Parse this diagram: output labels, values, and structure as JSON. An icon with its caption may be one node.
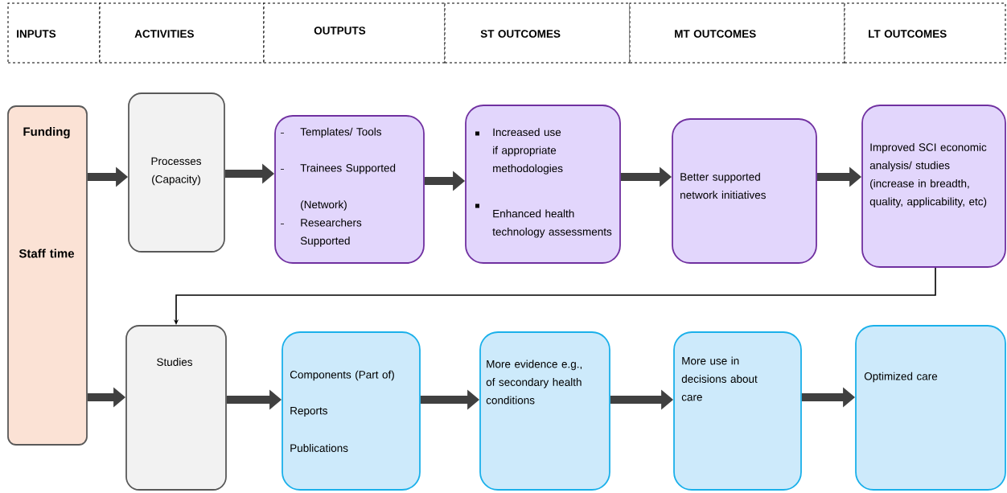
{
  "diagram": {
    "nodes": [
      {
        "text": [
          "INPUTS"
        ]
      },
      {
        "text": [
          "ACTIVITIES"
        ]
      },
      {
        "text": [
          "OUTPUTS"
        ]
      },
      {
        "text": [
          "ST OUTCOMES"
        ]
      },
      {
        "text": [
          "MT OUTCOMES"
        ]
      },
      {
        "text": [
          "LT OUTCOMES"
        ]
      },
      {
        "text": [
          "Funding",
          "Staff time"
        ]
      },
      {
        "text": [
          "Processes (Capacity)"
        ]
      },
      {
        "text": [
          "Templates/ Tools",
          "Trainees Supported",
          "(Network) Researchers Supported"
        ]
      },
      {
        "text": [
          "Increased use if appropriate methodologies",
          "Enhanced health technology assessments"
        ]
      },
      {
        "text": [
          "Better supported network initiatives"
        ]
      },
      {
        "text": [
          "Improved SCI economic analysis/ studies (increase in breadth, quality, applicability, etc)"
        ]
      },
      {
        "text": [
          "Studies"
        ]
      },
      {
        "text": [
          "Components (Part of)",
          "Reports",
          "Publications"
        ]
      },
      {
        "text": [
          "More evidence e.g., of secondary health conditions"
        ]
      },
      {
        "text": [
          "More use in decisions about care"
        ]
      },
      {
        "text": [
          "Optimized care"
        ]
      }
    ],
    "edges": [
      {
        "from": 6,
        "to": 7,
        "arrow": "to"
      },
      {
        "from": 7,
        "to": 8,
        "arrow": "to"
      },
      {
        "from": 8,
        "to": 9,
        "arrow": "to"
      },
      {
        "from": 9,
        "to": 10,
        "arrow": "to"
      },
      {
        "from": 10,
        "to": 11,
        "arrow": "to"
      },
      {
        "from": 11,
        "to": 12,
        "arrow": "to"
      },
      {
        "from": 6,
        "to": 12,
        "arrow": "to"
      },
      {
        "from": 12,
        "to": 13,
        "arrow": "to"
      },
      {
        "from": 13,
        "to": 14,
        "arrow": "to"
      },
      {
        "from": 14,
        "to": 15,
        "arrow": "to"
      },
      {
        "from": 15,
        "to": 16,
        "arrow": "to"
      }
    ]
  }
}
